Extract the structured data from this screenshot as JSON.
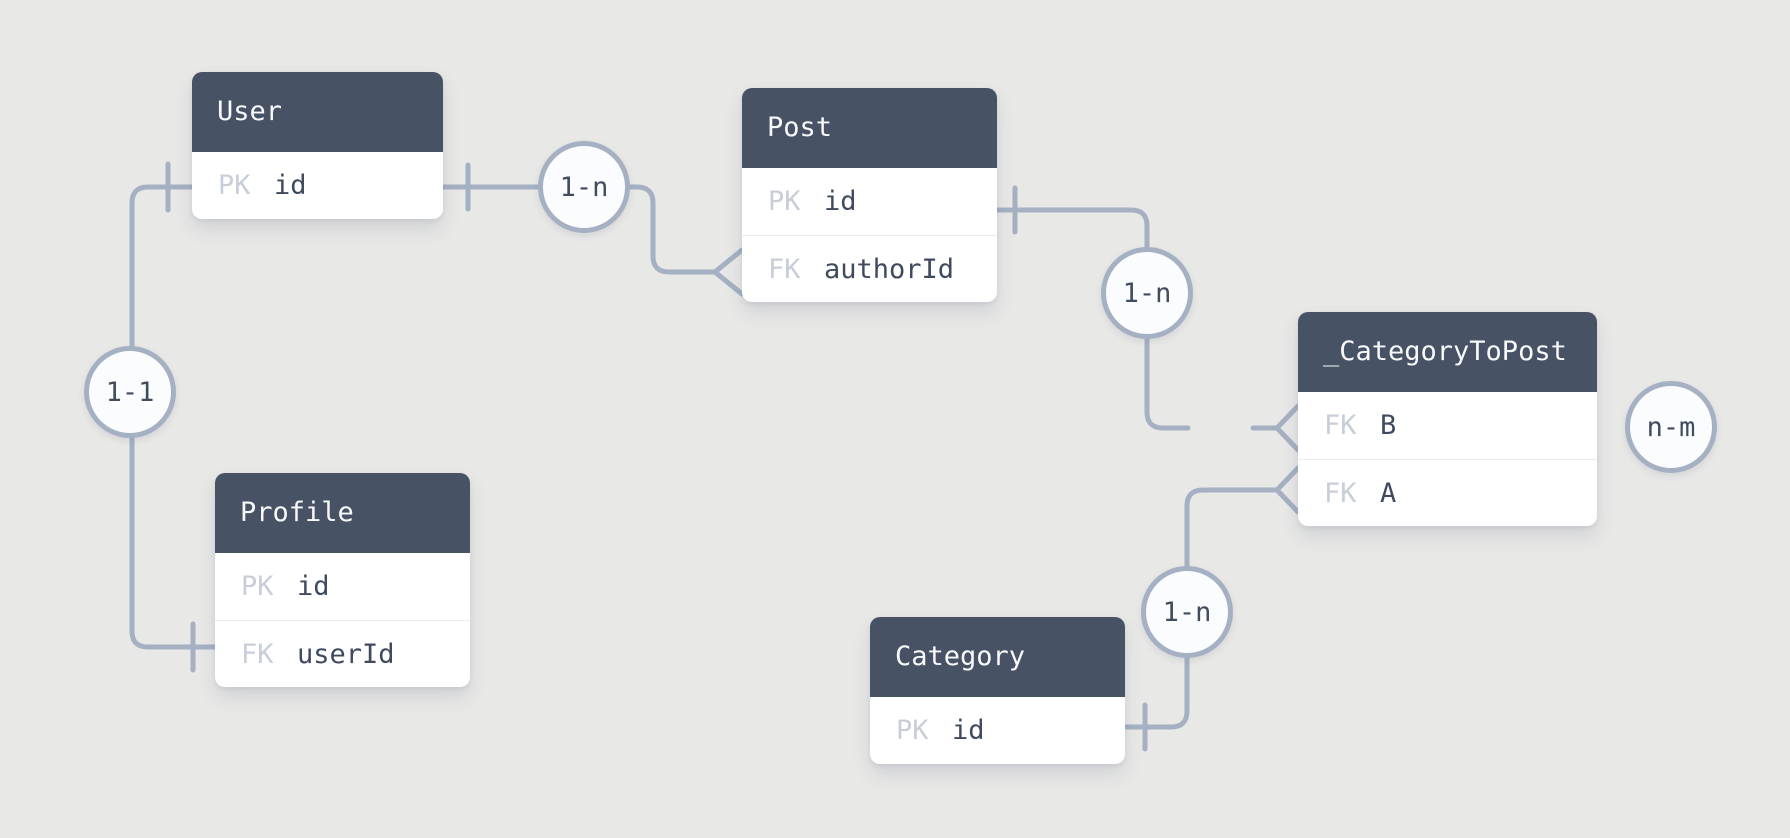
{
  "diagram": {
    "kind": "entity-relationship-diagram",
    "background": "#e8e8e6"
  },
  "colors": {
    "table_header_bg": "#485265",
    "table_header_text": "#f7f9fb",
    "table_body_bg": "#ffffff",
    "key_label_text": "#c7ced9",
    "field_text": "#3f4a5e",
    "relationship_line": "#a5b1c3",
    "badge_fill": "#fafcfd",
    "badge_border": "#a5b1c3",
    "badge_text": "#414c5f"
  },
  "tables": [
    {
      "name": "User",
      "rows": [
        {
          "key": "PK",
          "field": "id"
        }
      ]
    },
    {
      "name": "Post",
      "rows": [
        {
          "key": "PK",
          "field": "id"
        },
        {
          "key": "FK",
          "field": "authorId"
        }
      ]
    },
    {
      "name": "Profile",
      "rows": [
        {
          "key": "PK",
          "field": "id"
        },
        {
          "key": "FK",
          "field": "userId"
        }
      ]
    },
    {
      "name": "Category",
      "rows": [
        {
          "key": "PK",
          "field": "id"
        }
      ]
    },
    {
      "name": "_CategoryToPost",
      "rows": [
        {
          "key": "FK",
          "field": "B"
        },
        {
          "key": "FK",
          "field": "A"
        }
      ]
    }
  ],
  "relationships": [
    {
      "label": "1-n",
      "from": "User.id",
      "to": "Post.authorId"
    },
    {
      "label": "1-1",
      "from": "User.id",
      "to": "Profile.userId"
    },
    {
      "label": "1-n",
      "from": "Post.id",
      "to": "_CategoryToPost.B"
    },
    {
      "label": "1-n",
      "from": "Category.id",
      "to": "_CategoryToPost.A"
    },
    {
      "label": "n-m",
      "from": "Category",
      "to": "Post"
    }
  ]
}
